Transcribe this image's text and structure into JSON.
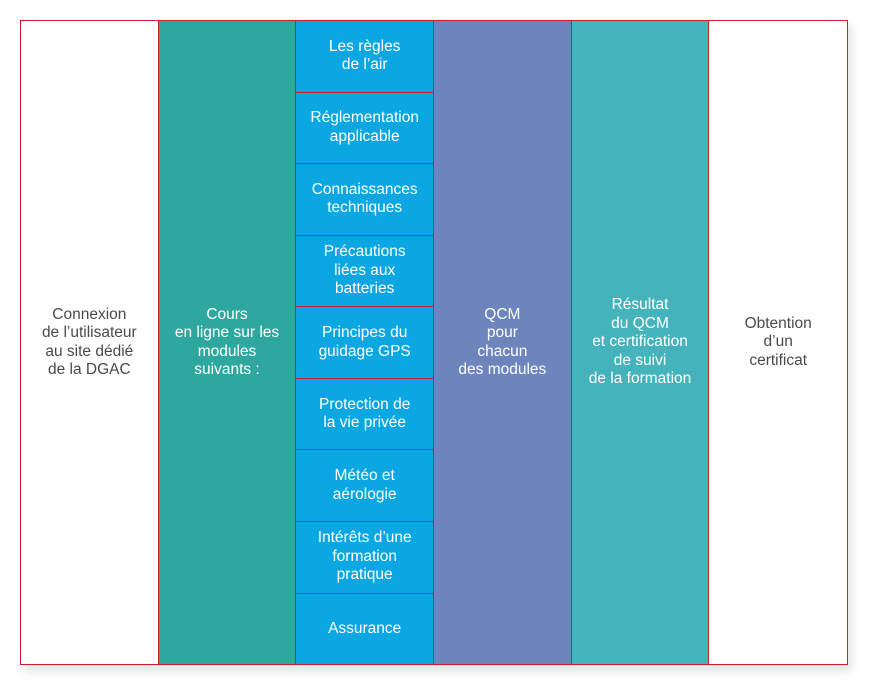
{
  "steps": {
    "connexion": "Connexion\nde l’utilisateur\nau site dédié\nde la DGAC",
    "cours": "Cours\nen ligne sur les\nmodules\nsuivants :",
    "qcm": "QCM\npour\nchacun\ndes modules",
    "resultat": "Résultat\ndu QCM\net certification\nde suivi\nde la formation",
    "obtention": "Obtention\nd’un\ncertificat"
  },
  "modules": [
    "Les règles\nde l’air",
    "Réglementation\napplicable",
    "Connaissances\ntechniques",
    "Précautions\nliées aux\nbatteries",
    "Principes du\nguidage GPS",
    "Protection de\nla vie privée",
    "Météo et\naérologie",
    "Intérêts d’une\nformation\npratique",
    "Assurance"
  ],
  "colors": {
    "border": "#cc1f2e",
    "cours": "#2ea79e",
    "modules": "#0aa7e3",
    "qcm": "#6d84bd",
    "resultat": "#45b3bb",
    "text_dark": "#4a4a4a"
  }
}
